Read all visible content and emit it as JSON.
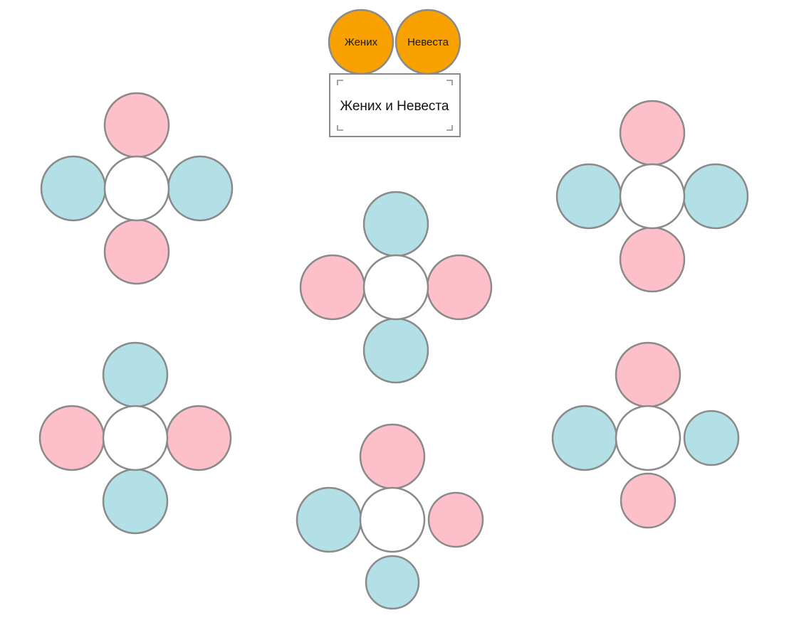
{
  "colors": {
    "pink": "#fdc0cb",
    "blue": "#b2e0e6",
    "orange": "#f9a100",
    "white": "#ffffff",
    "stroke": "#8a8a8a"
  },
  "couple": {
    "groom": "Жених",
    "bride": "Невеста"
  },
  "head_table": {
    "label": "Жених и Невеста"
  },
  "tables": [
    {
      "name": "table-1",
      "top": "pink",
      "left": "blue",
      "right": "blue",
      "bottom": "pink"
    },
    {
      "name": "table-2",
      "top": "pink",
      "left": "blue",
      "right": "blue",
      "bottom": "pink"
    },
    {
      "name": "table-3",
      "top": "blue",
      "left": "pink",
      "right": "pink",
      "bottom": "blue"
    },
    {
      "name": "table-4",
      "top": "blue",
      "left": "pink",
      "right": "pink",
      "bottom": "blue"
    },
    {
      "name": "table-5",
      "top": "pink",
      "left": "blue",
      "right": "pink",
      "bottom": "blue"
    },
    {
      "name": "table-6",
      "top": "pink",
      "left": "blue",
      "right": "blue",
      "bottom": "pink"
    }
  ]
}
